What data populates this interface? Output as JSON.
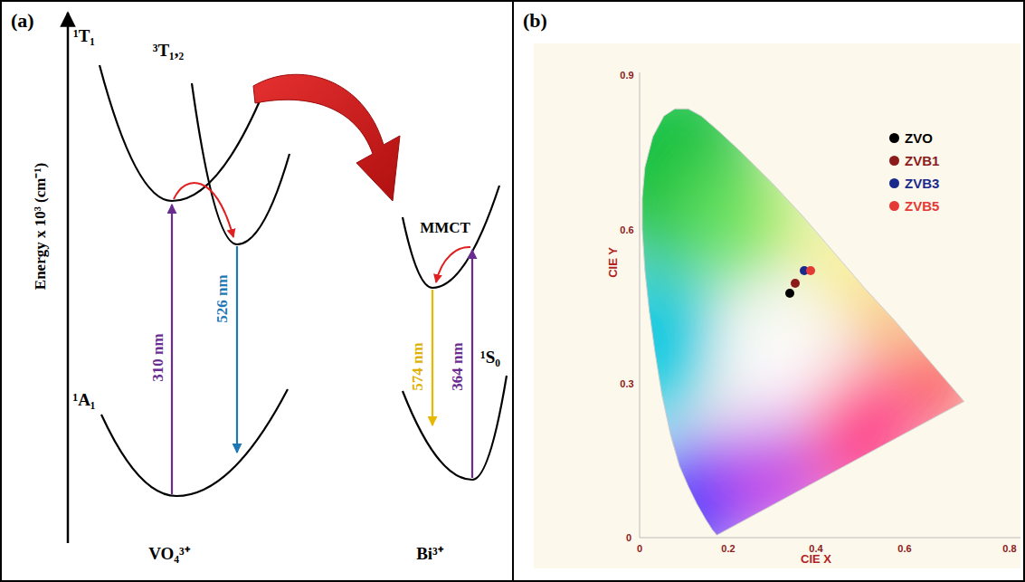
{
  "diagram": {
    "nodes": [
      {
        "text": [
          "(a)"
        ]
      },
      {
        "text": [
          "(b)"
        ]
      }
    ],
    "labels": [
      "Energy x 10³ (cm⁻¹)",
      "¹T₁",
      "³T₁,₂",
      "¹A₁",
      "310 nm",
      "526 nm",
      "MMCT",
      "574 nm",
      "364 nm",
      "¹S₀",
      "VO₄³⁺",
      "Bi³⁺",
      "CIE X",
      "CIE Y",
      "0",
      "0.2",
      "0.4",
      "0.6",
      "0.8",
      "0",
      "0.3",
      "0.6",
      "0.9"
    ],
    "legend": [
      {
        "text": "ZVO",
        "color": "#000000"
      },
      {
        "text": "ZVB1",
        "color": "#8b1a1a"
      },
      {
        "text": "ZVB3",
        "color": "#1a2a8c"
      },
      {
        "text": "ZVB5",
        "color": "#e53935"
      }
    ]
  }
}
